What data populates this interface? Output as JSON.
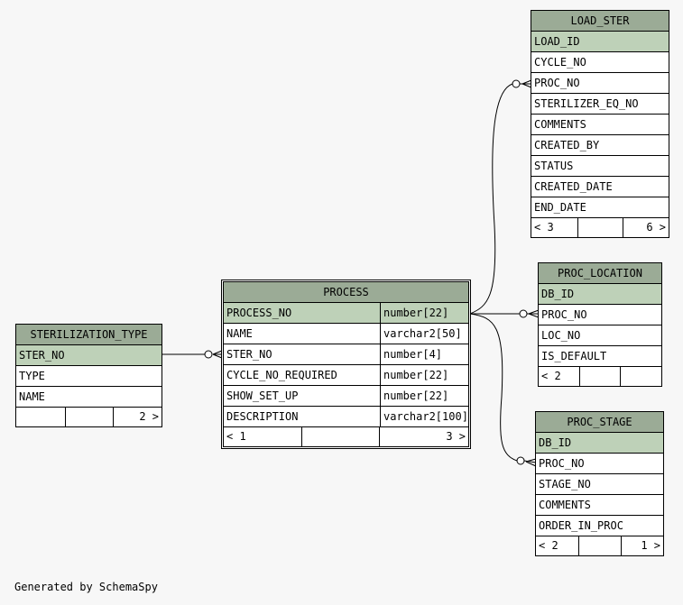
{
  "tables": {
    "load_ster": {
      "name": "LOAD_STER",
      "pk": "LOAD_ID",
      "columns": [
        "CYCLE_NO",
        "PROC_NO",
        "STERILIZER_EQ_NO",
        "COMMENTS",
        "CREATED_BY",
        "STATUS",
        "CREATED_DATE",
        "END_DATE"
      ],
      "footer": {
        "left": "< 3",
        "right": "6 >"
      }
    },
    "proc_location": {
      "name": "PROC_LOCATION",
      "pk": "DB_ID",
      "columns": [
        "PROC_NO",
        "LOC_NO",
        "IS_DEFAULT"
      ],
      "footer": {
        "left": "< 2",
        "right": ""
      }
    },
    "proc_stage": {
      "name": "PROC_STAGE",
      "pk": "DB_ID",
      "columns": [
        "PROC_NO",
        "STAGE_NO",
        "COMMENTS",
        "ORDER_IN_PROC"
      ],
      "footer": {
        "left": "< 2",
        "right": "1 >"
      }
    },
    "process": {
      "name": "PROCESS",
      "pk": {
        "name": "PROCESS_NO",
        "type": "number[22]"
      },
      "columns": [
        {
          "name": "NAME",
          "type": "varchar2[50]"
        },
        {
          "name": "STER_NO",
          "type": "number[4]"
        },
        {
          "name": "CYCLE_NO_REQUIRED",
          "type": "number[22]"
        },
        {
          "name": "SHOW_SET_UP",
          "type": "number[22]"
        },
        {
          "name": "DESCRIPTION",
          "type": "varchar2[100]"
        }
      ],
      "footer": {
        "left": "< 1",
        "right": "3 >"
      }
    },
    "sterilization_type": {
      "name": "STERILIZATION_TYPE",
      "pk": "STER_NO",
      "columns": [
        "TYPE",
        "NAME"
      ],
      "footer": {
        "left": "",
        "right": "2 >"
      }
    }
  },
  "generated_by": "Generated by SchemaSpy",
  "colors": {
    "header": "#9bab96",
    "pk_row": "#bed1b8",
    "background": "#f7f7f7"
  }
}
